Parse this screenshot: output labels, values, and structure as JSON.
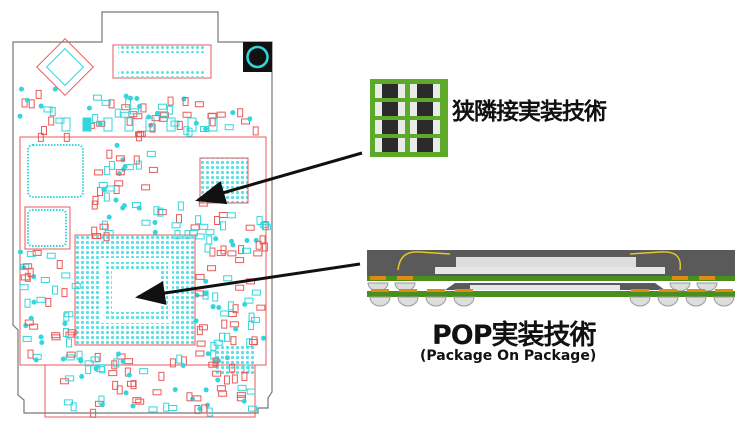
{
  "labels": {
    "narrow_adjacency": "狭隣接実装技術",
    "pop_title": "POP実装技術",
    "pop_subtitle": "(Package On Package)"
  },
  "colors": {
    "trace_cyan": "#33d6dc",
    "outline_red": "#e85a5a",
    "board_outline": "#777777",
    "pcb_green": "#4a8f1e",
    "solder_orange": "#e08a10"
  }
}
